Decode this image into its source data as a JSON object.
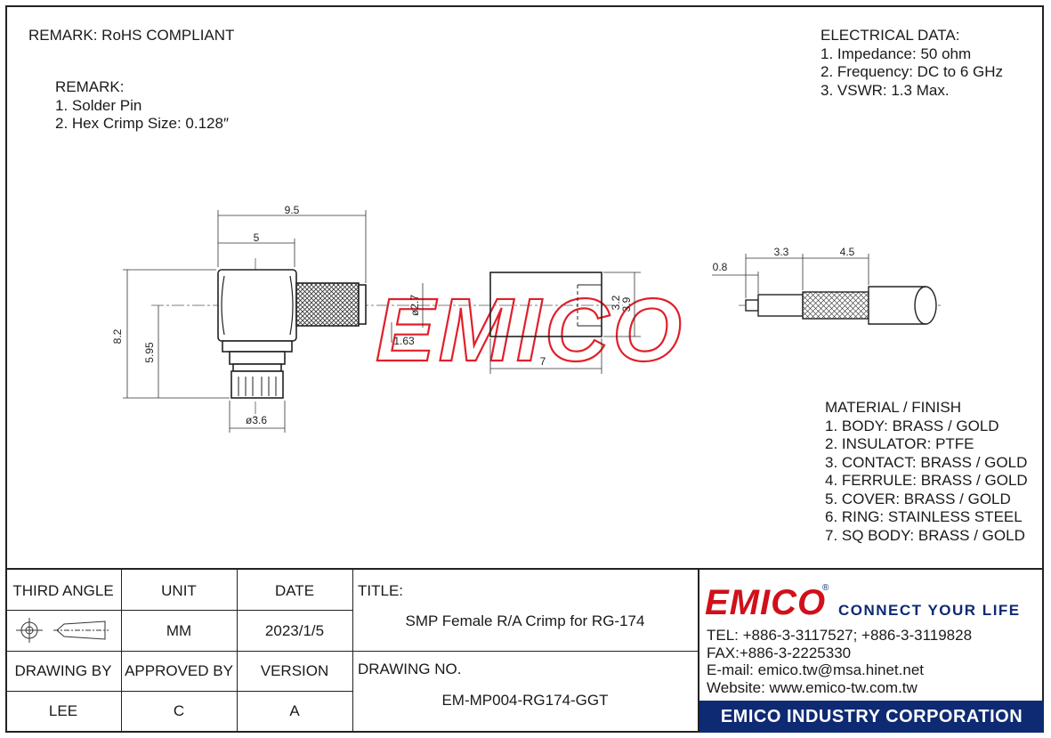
{
  "remarks": {
    "rohs": "REMARK: RoHS COMPLIANT",
    "heading": "REMARK:",
    "items": [
      "1. Solder Pin",
      "2. Hex Crimp Size: 0.128″"
    ]
  },
  "electrical": {
    "heading": "ELECTRICAL DATA:",
    "items": [
      "1. Impedance: 50 ohm",
      "2. Frequency: DC to 6 GHz",
      "3. VSWR: 1.3 Max."
    ]
  },
  "material": {
    "heading": "MATERIAL / FINISH",
    "items": [
      "1. BODY: BRASS / GOLD",
      "2. INSULATOR: PTFE",
      "3. CONTACT: BRASS / GOLD",
      "4. FERRULE: BRASS / GOLD",
      "5. COVER: BRASS / GOLD",
      "6. RING: STAINLESS STEEL",
      "7. SQ BODY: BRASS / GOLD"
    ]
  },
  "dimensions": {
    "overall_length": "9.5",
    "body_length": "5",
    "height": "8.2",
    "center_height": "5.95",
    "diameter": "ø3.6",
    "ferrule_dia": "ø2.7",
    "ferrule_inner": "1.63",
    "ferrule_length": "7",
    "ferrule_od": "3.9",
    "ferrule_od2": "3.2",
    "strip_a": "0.8",
    "strip_b": "3.3",
    "strip_c": "4.5"
  },
  "watermark": "EMICO",
  "title_block": {
    "third_angle_label": "THIRD ANGLE",
    "unit_label": "UNIT",
    "unit_value": "MM",
    "date_label": "DATE",
    "date_value": "2023/1/5",
    "title_label": "TITLE:",
    "title_value": "SMP Female R/A Crimp for RG-174",
    "drawing_by_label": "DRAWING BY",
    "drawing_by_value": "LEE",
    "approved_by_label": "APPROVED BY",
    "approved_by_value": "C",
    "version_label": "VERSION",
    "version_value": "A",
    "drawing_no_label": "DRAWING NO.",
    "drawing_no_value": "EM-MP004-RG174-GGT"
  },
  "company": {
    "brand": "EMICO",
    "registered": "®",
    "slogan": "CONNECT YOUR LIFE",
    "tel": "TEL: +886-3-3117527; +886-3-3119828",
    "fax": "FAX:+886-3-2225330",
    "email": "E-mail: emico.tw@msa.hinet.net",
    "website": "Website: www.emico-tw.com.tw",
    "name": "EMICO INDUSTRY CORPORATION",
    "brand_color": "#d0101a",
    "corporate_color": "#0e2a73"
  }
}
